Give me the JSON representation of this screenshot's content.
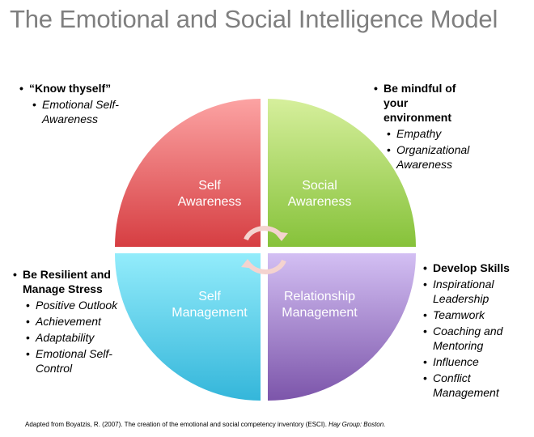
{
  "title": "The Emotional and Social Intelligence Model",
  "quadrants": {
    "self_awareness": {
      "line1": "Self",
      "line2": "Awareness",
      "color": "#d9494b"
    },
    "social_awareness": {
      "line1": "Social",
      "line2": "Awareness",
      "color": "#92c83e"
    },
    "self_management": {
      "line1": "Self",
      "line2": "Management",
      "color": "#3fbfe0"
    },
    "relationship_management": {
      "line1": "Relationship",
      "line2": "Management",
      "color": "#8a62b8"
    }
  },
  "boxes": {
    "top_left": {
      "head": "“Know thyself”",
      "items": [
        "Emotional Self-Awareness"
      ]
    },
    "top_right": {
      "head": "Be mindful of your environment",
      "items": [
        "Empathy",
        "Organizational Awareness"
      ]
    },
    "bottom_left": {
      "head": "Be Resilient and Manage Stress",
      "items": [
        "Positive Outlook",
        "Achievement",
        "Adaptability",
        "Emotional Self-Control"
      ]
    },
    "bottom_right": {
      "head": "Develop Skills",
      "items": [
        "Inspirational Leadership",
        "Teamwork",
        "Coaching and Mentoring",
        "Influence",
        "Conflict Management"
      ]
    }
  },
  "footer": {
    "text": "Adapted from Boyatzis, R. (2007). The creation of the emotional and social competency inventory (ESCI).",
    "source": "Hay Group: Boston."
  }
}
